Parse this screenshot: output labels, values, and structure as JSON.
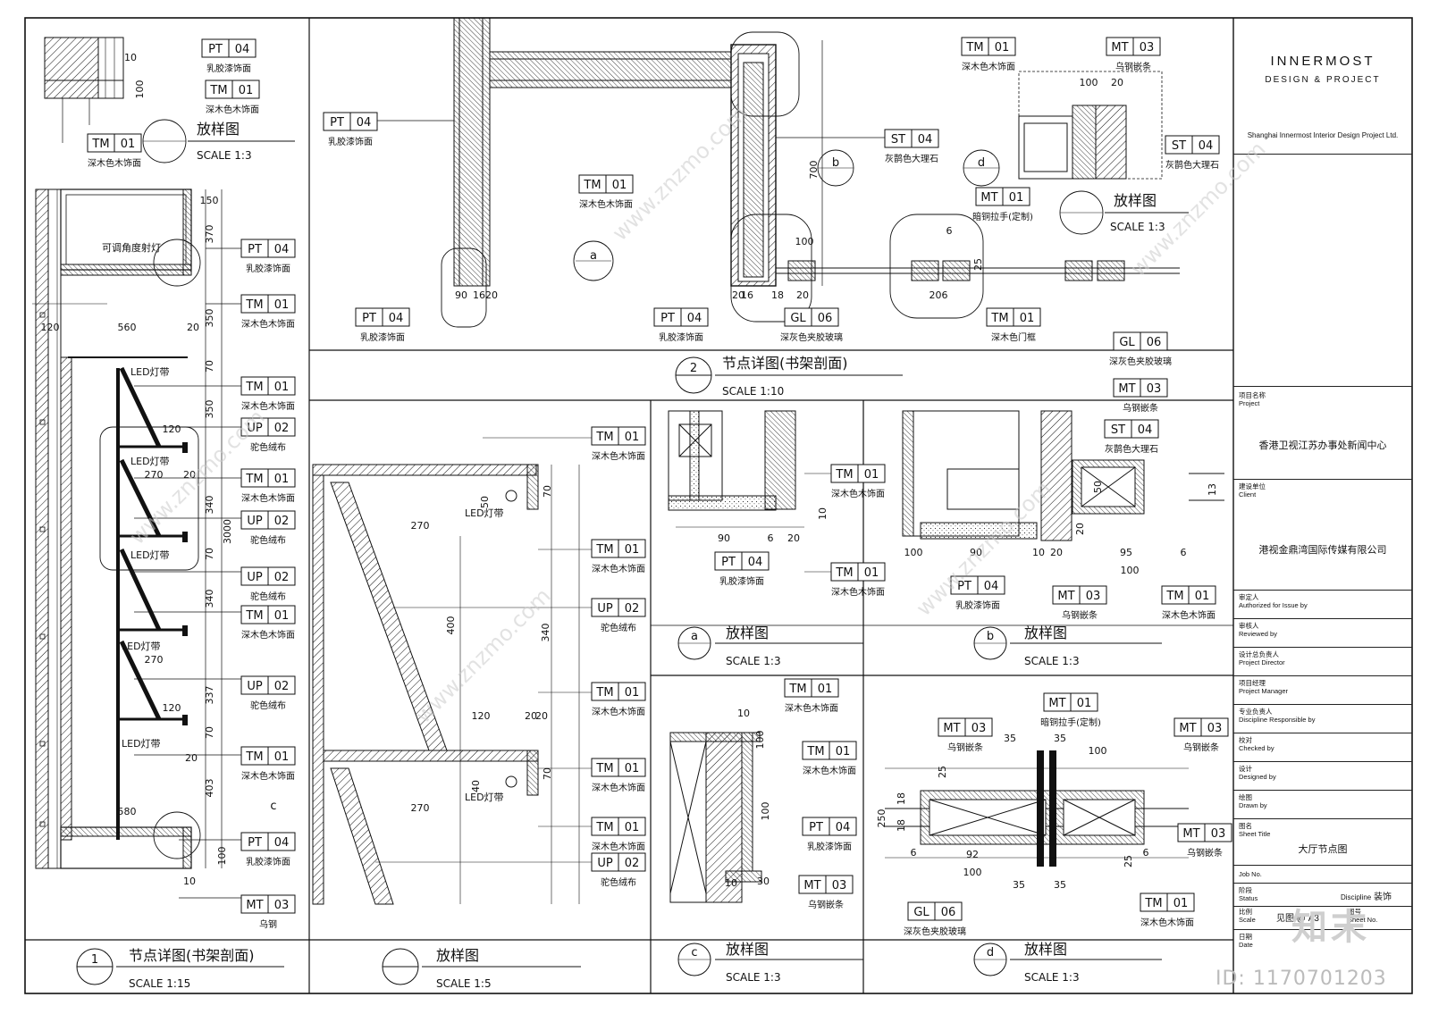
{
  "title_block": {
    "brand_line1": "INNERMOST",
    "brand_line2": "DESIGN & PROJECT",
    "company": "Shanghai Innermost Interior Design Project Ltd.",
    "project_label_cn": "项目名称",
    "project_label_en": "Project",
    "project_value": "香港卫视江苏办事处新闻中心",
    "client_label_cn": "建设单位",
    "client_label_en": "Client",
    "client_value": "港视金鼎湾国际传媒有限公司",
    "auth_cn": "审定人",
    "auth_en": "Authorized for Issue by",
    "review_cn": "审核人",
    "review_en": "Reviewed by",
    "director_cn": "设计总负责人",
    "director_en": "Project Director",
    "manager_cn": "项目经理",
    "manager_en": "Project Manager",
    "discipline_cn": "专业负责人",
    "discipline_en": "Discipline Responsible by",
    "checked_cn": "校对",
    "checked_en": "Checked by",
    "designed_cn": "设计",
    "designed_en": "Designed by",
    "drawn_cn": "绘图",
    "drawn_en": "Drawn by",
    "sheet_title_cn": "图名",
    "sheet_title_en": "Sheet Title",
    "sheet_title_value": "大厅节点图",
    "job_no_en": "Job No.",
    "status_cn": "阶段",
    "status_en": "Status",
    "discipline2_en": "Discipline",
    "discipline2_value": "装饰",
    "scale_cn": "比例",
    "scale_en": "Scale",
    "scale_value": "见图 @ A3",
    "sheet_no_cn": "图号",
    "sheet_no_en": "Sheet No.",
    "date_cn": "日期",
    "date_en": "Date"
  },
  "watermark": {
    "logo_text": "知末",
    "id_text": "ID: 1170701203",
    "url_text": "www.znzmo.com"
  },
  "materials": {
    "PT04": "乳胶漆饰面",
    "TM01": "深木色木饰面",
    "ST04": "灰鹊色大理石",
    "MT03": "乌钢嵌条",
    "MT01": "暗铜拉手(定制)",
    "GL06": "深灰色夹胶玻璃",
    "UP02": "驼色绒布",
    "TM01_door": "深木色门框",
    "MT03_short": "乌钢",
    "light": "可调角度射灯",
    "led": "LED灯带"
  },
  "detail_titles": {
    "d1": {
      "num": "1",
      "title": "节点详图(书架剖面)",
      "scale": "SCALE 1:15"
    },
    "d2": {
      "num": "2",
      "title": "节点详图(书架剖面)",
      "scale": "SCALE 1:10"
    },
    "ds": {
      "num": "",
      "title": "放样图",
      "scale": "SCALE 1:5"
    },
    "da": {
      "num": "a",
      "title": "放样图",
      "scale": "SCALE 1:3"
    },
    "db": {
      "num": "b",
      "title": "放样图",
      "scale": "SCALE 1:3"
    },
    "dc": {
      "num": "c",
      "title": "放样图",
      "scale": "SCALE 1:3"
    },
    "dd": {
      "num": "d",
      "title": "放样图",
      "scale": "SCALE 1:3"
    },
    "top_left": {
      "title": "放样图",
      "scale": "SCALE 1:3"
    },
    "top_right": {
      "title": "放样图",
      "scale": "SCALE 1:3"
    }
  },
  "dimensions": {
    "d1": [
      "150",
      "370",
      "120",
      "560",
      "20",
      "350",
      "70",
      "350",
      "120",
      "270",
      "20",
      "340",
      "3000",
      "70",
      "340",
      "270",
      "120",
      "337",
      "70",
      "403",
      "580",
      "20",
      "100",
      "10"
    ],
    "ds": [
      "270",
      "50",
      "70",
      "400",
      "340",
      "120",
      "20",
      "20",
      "40",
      "70",
      "270"
    ],
    "d2": [
      "90",
      "16",
      "20",
      "20",
      "16",
      "18",
      "100",
      "700",
      "20",
      "206",
      "25",
      "6"
    ],
    "da": [
      "90",
      "6",
      "20",
      "10"
    ],
    "db": [
      "100",
      "90",
      "10",
      "20",
      "95",
      "100",
      "50",
      "20",
      "13",
      "6"
    ],
    "dc": [
      "10",
      "100",
      "100",
      "30",
      "10"
    ],
    "dd": [
      "35",
      "35",
      "100",
      "25",
      "18",
      "18",
      "6",
      "250",
      "92",
      "100",
      "35",
      "35",
      "25",
      "6"
    ],
    "tr": [
      "100",
      "20"
    ],
    "tl": [
      "10",
      "100"
    ]
  },
  "tags": {
    "PT": "PT",
    "TM": "TM",
    "ST": "ST",
    "MT": "MT",
    "GL": "GL",
    "UP": "UP",
    "n04": "04",
    "n01": "01",
    "n03": "03",
    "n06": "06",
    "n02": "02"
  },
  "callouts": {
    "a": "a",
    "b": "b",
    "c": "c",
    "d": "d"
  }
}
